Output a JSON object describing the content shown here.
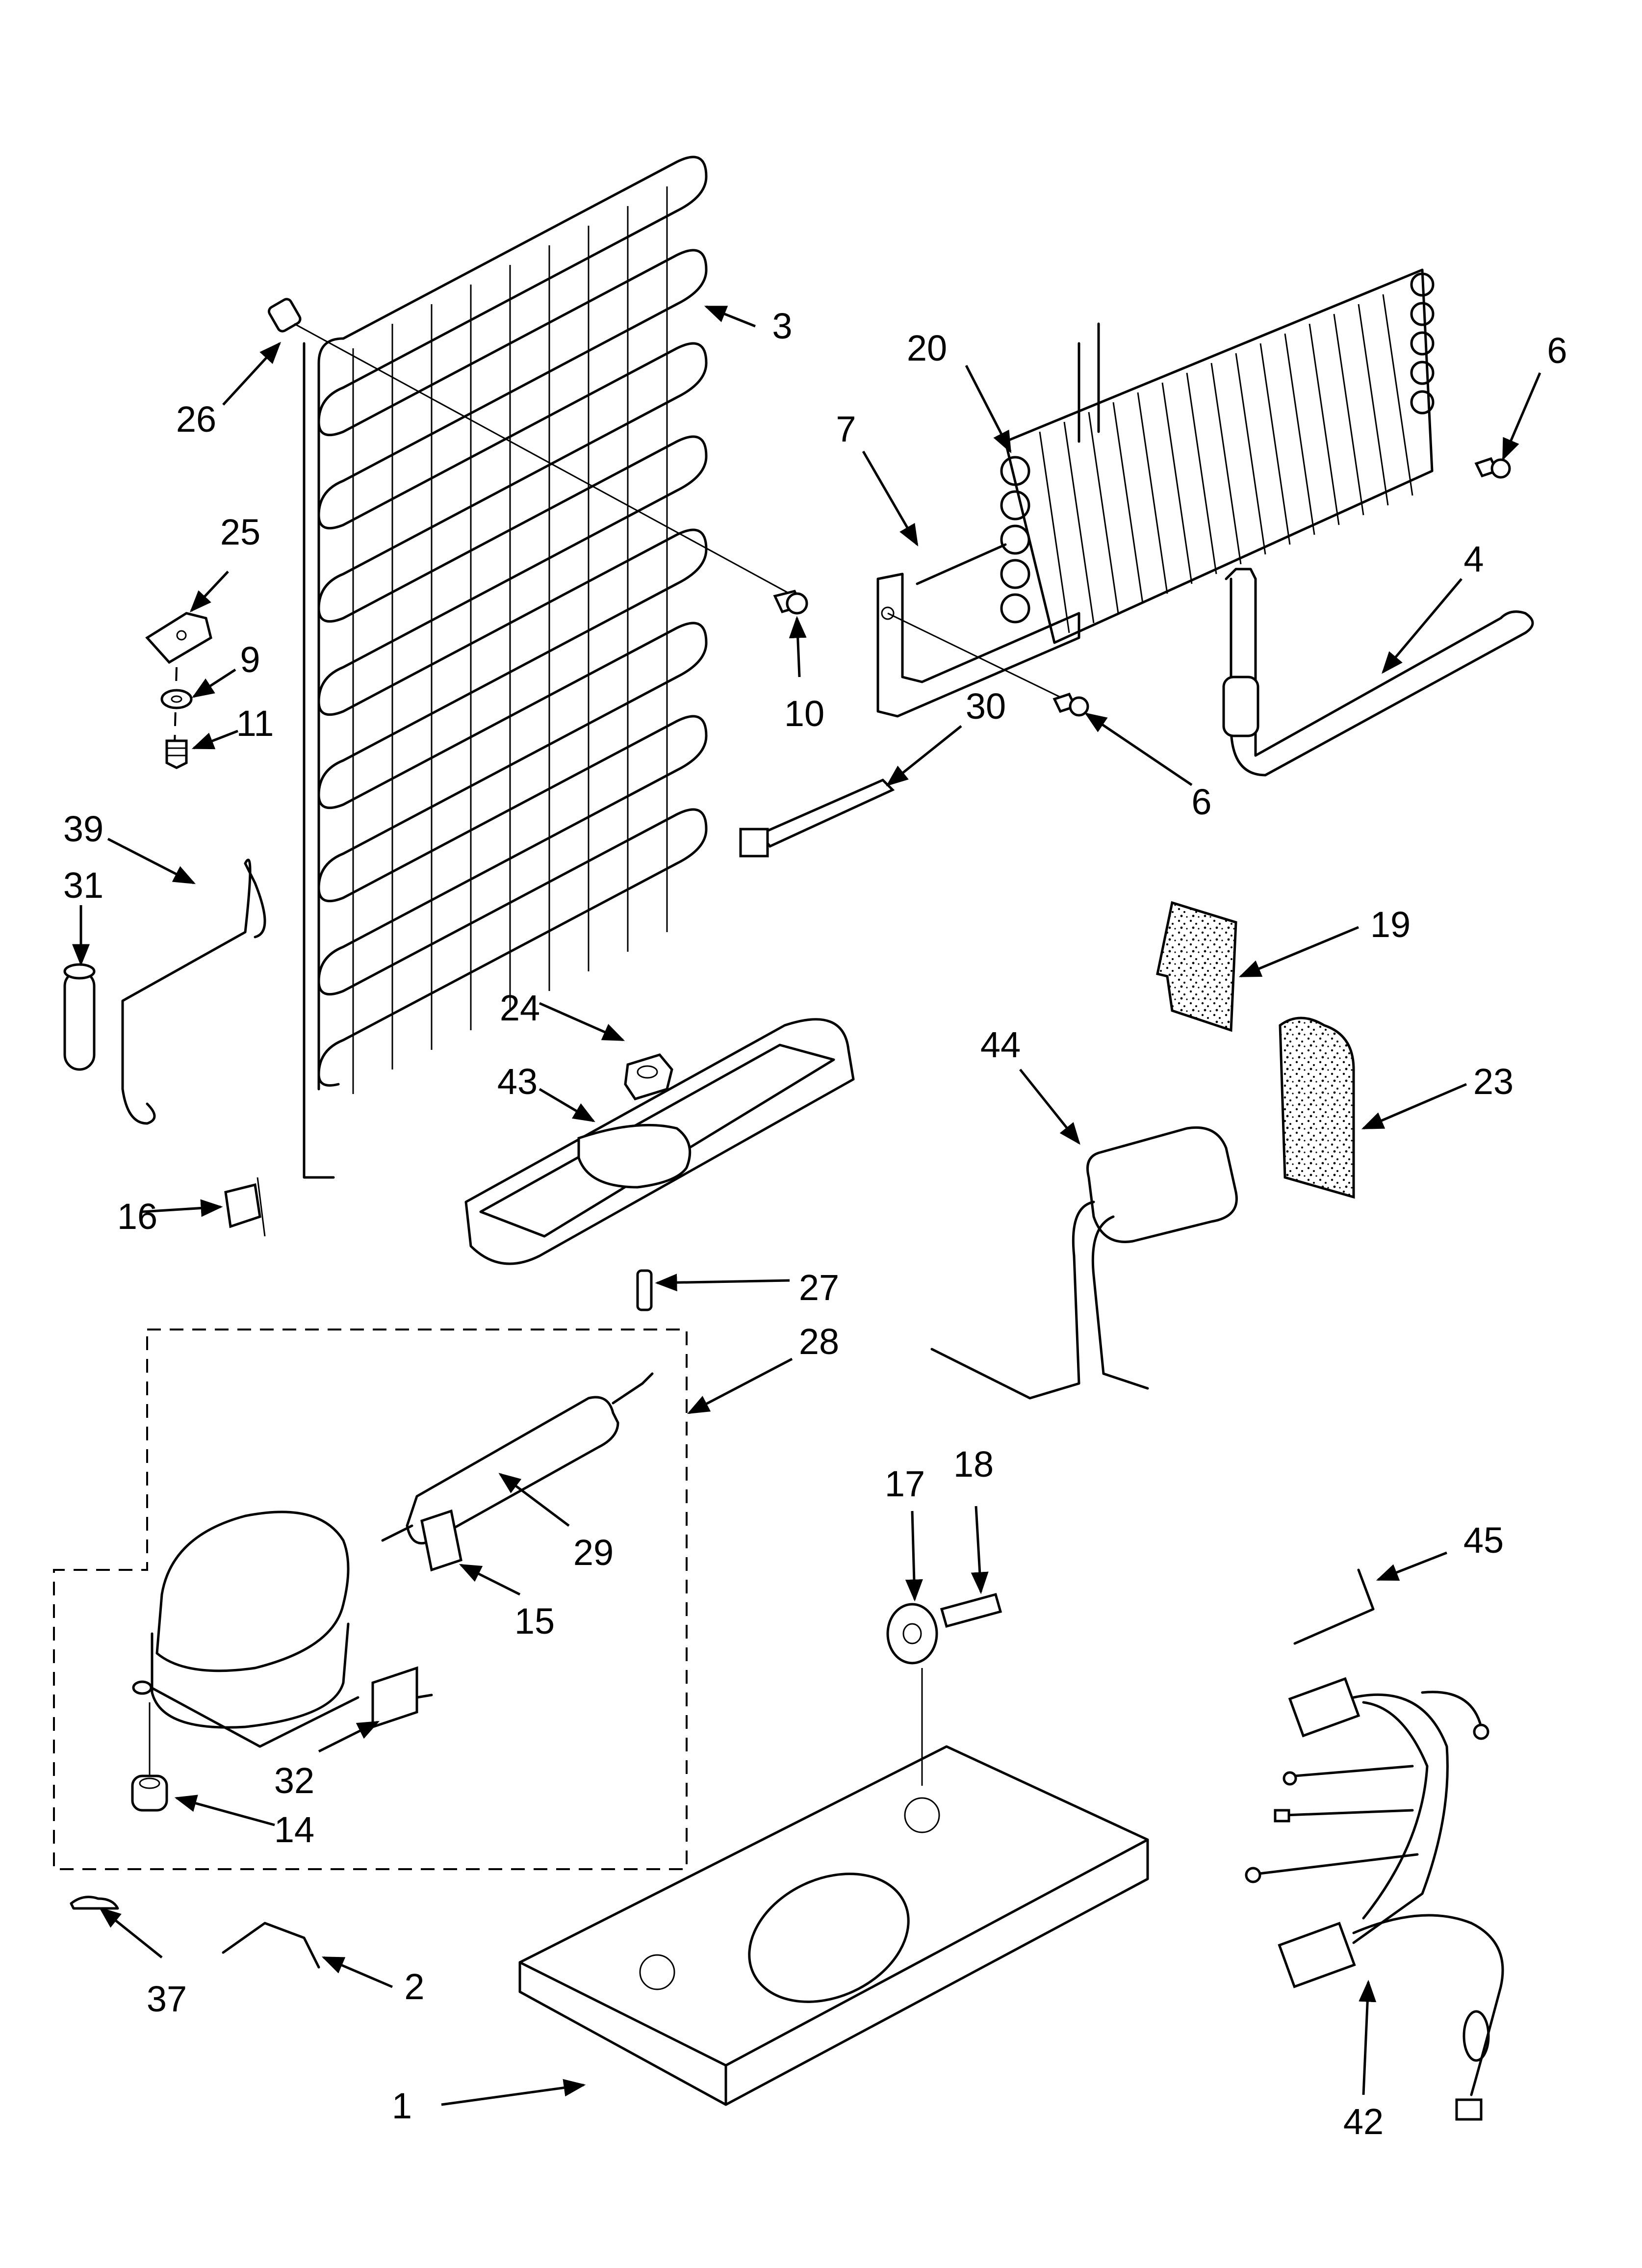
{
  "callouts": {
    "c1": "1",
    "c2": "2",
    "c3": "3",
    "c4": "4",
    "c6a": "6",
    "c6b": "6",
    "c7": "7",
    "c9": "9",
    "c10": "10",
    "c11": "11",
    "c14": "14",
    "c15": "15",
    "c16": "16",
    "c17": "17",
    "c18": "18",
    "c19": "19",
    "c20": "20",
    "c23": "23",
    "c24": "24",
    "c25": "25",
    "c26": "26",
    "c27": "27",
    "c28": "28",
    "c29": "29",
    "c30": "30",
    "c31": "31",
    "c32": "32",
    "c37": "37",
    "c39": "39",
    "c42": "42",
    "c43": "43",
    "c44": "44",
    "c45": "45"
  }
}
